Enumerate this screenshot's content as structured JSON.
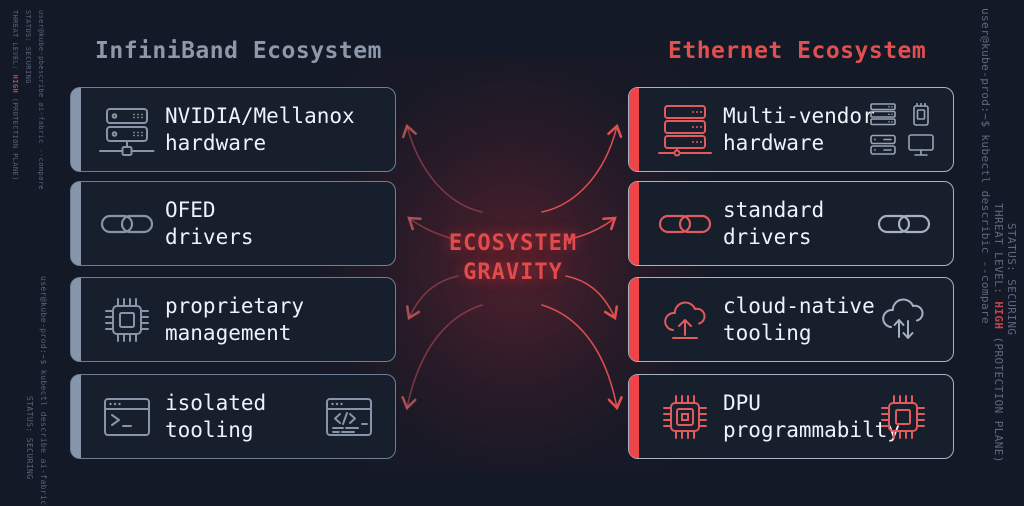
{
  "diagram": {
    "left_column": {
      "heading": "InfiniBand Ecosystem",
      "cards": [
        {
          "line1": "NVIDIA/Mellanox",
          "line2": "hardware",
          "icon": "server"
        },
        {
          "line1": "OFED",
          "line2": "drivers",
          "icon": "link"
        },
        {
          "line1": "proprietary",
          "line2": "management",
          "icon": "chip"
        },
        {
          "line1": "isolated",
          "line2": "tooling",
          "icon": "terminal",
          "icon_right": "code-window"
        }
      ]
    },
    "right_column": {
      "heading": "Ethernet Ecosystem",
      "cards": [
        {
          "line1": "Multi-vendor",
          "line2": "hardware",
          "icon": "server-stack",
          "icons_right": [
            "server-stack-mini",
            "dpu-card",
            "drive-stack",
            "monitor"
          ]
        },
        {
          "line1": "standard",
          "line2": "drivers",
          "icon": "link",
          "icon_right": "link"
        },
        {
          "line1": "cloud-native",
          "line2": "tooling",
          "icon": "cloud-upload",
          "icon_right": "cloud-sync"
        },
        {
          "line1": "DPU",
          "line2": "programmabilty",
          "icon": "chip",
          "icon_right": "chip"
        }
      ]
    },
    "center": {
      "line1": "ECOSYSTEM",
      "line2": "GRAVITY"
    }
  },
  "terminal_overlay": {
    "top_left": {
      "threat_prefix": "THREAT LEVEL: ",
      "threat_value": "HIGH",
      "threat_suffix": " (PROTECTION PLANE)",
      "status": "STATUS: SECURING",
      "command": "user@kube-pbescribe ai-fabric --compare"
    },
    "bottom_left": {
      "status": "STATUS: SECURING",
      "command": "user@kube-prod:~$ kubectl describe ai-fabric"
    },
    "right": {
      "command": "user@kube-prod:~$ kubectl describic --compare",
      "threat_prefix": "THREAT LEVEL: ",
      "threat_value": "HIGH",
      "threat_suffix": " (PROTECTION PLANE)",
      "status": "STATUS: SECURING"
    }
  },
  "colors": {
    "background": "#131926",
    "card_background": "#171e2c",
    "left_accent": "#8795ab",
    "left_border": "#6f7d95",
    "right_accent": "#ee4549",
    "right_border": "#a9b3c6",
    "red_text": "#e24a4c",
    "muted_heading": "#8d98ab",
    "card_text": "#eef2f9",
    "terminal_text": "#59637a"
  }
}
